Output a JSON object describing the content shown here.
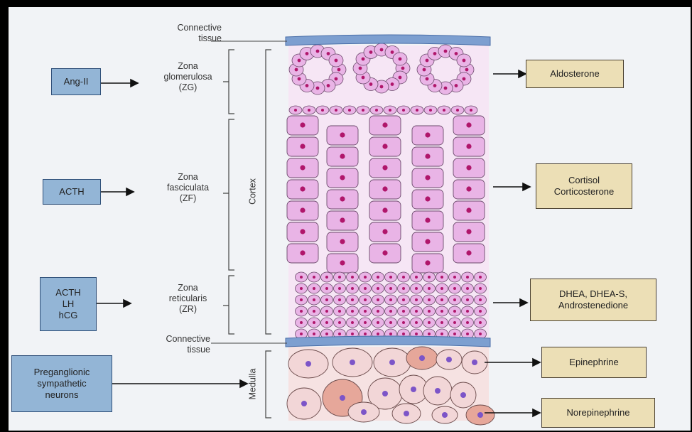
{
  "diagram": {
    "structure_labels": {
      "connective_tissue_top": "Connective\ntissue",
      "zg": "Zona\nglomerulosa\n(ZG)",
      "zf": "Zona\nfasciculata\n(ZF)",
      "zr": "Zona\nreticularis\n(ZR)",
      "connective_tissue_bottom": "Connective\ntissue",
      "cortex": "Cortex",
      "medulla": "Medulla"
    },
    "stimuli": {
      "zg": [
        "Ang-II"
      ],
      "zf": [
        "ACTH"
      ],
      "zr": [
        "ACTH",
        "LH",
        "hCG"
      ],
      "medulla": [
        "Preganglionic",
        "sympathetic",
        "neurons"
      ]
    },
    "products": {
      "zg": [
        "Aldosterone"
      ],
      "zf": [
        "Cortisol",
        "Corticosterone"
      ],
      "zr": [
        "DHEA, DHEA-S,",
        "Androstenedione"
      ],
      "medulla_1": [
        "Epinephrine"
      ],
      "medulla_2": [
        "Norepinephrine"
      ]
    },
    "colors": {
      "stimulus_box": "#93b5d6",
      "product_box": "#ecdfb6",
      "cortex_cell": "#e9b4e6",
      "cortex_nucleus": "#b0166b",
      "medulla_cell": "#f2d6d7",
      "medulla_cell_alt": "#e6a79a",
      "medulla_nucleus": "#7c55c8",
      "capsule": "#7d9fd0"
    }
  }
}
